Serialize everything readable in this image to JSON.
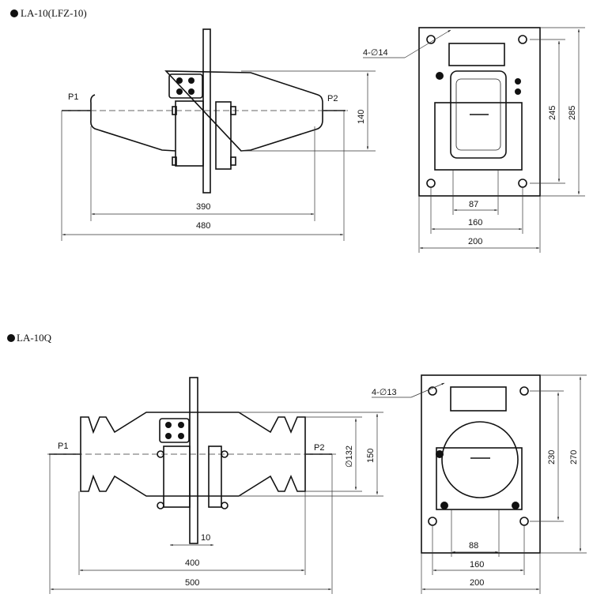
{
  "models": [
    {
      "title": "LA-10(LFZ-10)",
      "side_view": {
        "terminal_left": "P1",
        "terminal_right": "P2",
        "height_dim": "140",
        "inner_length_dim": "390",
        "overall_length_dim": "480"
      },
      "front_view": {
        "holes_label": "4-∅14",
        "inner_height_dim": "245",
        "overall_height_dim": "285",
        "slot_width_dim": "87",
        "hole_spacing_dim": "160",
        "overall_width_dim": "200"
      }
    },
    {
      "title": "LA-10Q",
      "side_view": {
        "terminal_left": "P1",
        "terminal_right": "P2",
        "diameter_dim": "∅132",
        "height_dim": "150",
        "plate_thickness_dim": "10",
        "inner_length_dim": "400",
        "overall_length_dim": "500"
      },
      "front_view": {
        "holes_label": "4-∅13",
        "inner_height_dim": "230",
        "overall_height_dim": "270",
        "slot_width_dim": "88",
        "hole_spacing_dim": "160",
        "overall_width_dim": "200"
      }
    }
  ]
}
